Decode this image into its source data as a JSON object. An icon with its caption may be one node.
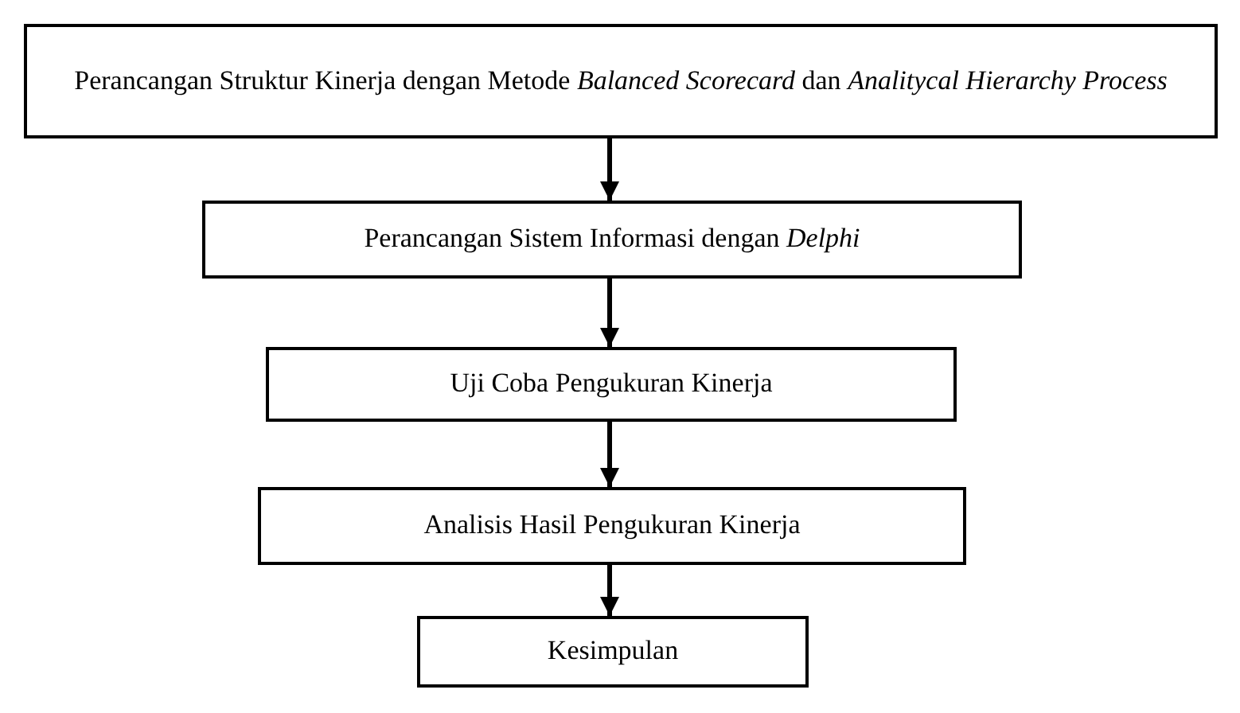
{
  "diagram": {
    "nodes": [
      {
        "text": [
          "Perancangan Struktur Kinerja dengan Metode *Balanced Scorecard* dan *Analitycal Hierarchy Process*"
        ]
      },
      {
        "text": [
          "Perancangan Sistem Informasi dengan *Delphi*"
        ]
      },
      {
        "text": [
          "Uji Coba Pengukuran Kinerja"
        ]
      },
      {
        "text": [
          "Analisis Hasil Pengukuran Kinerja"
        ]
      },
      {
        "text": [
          "Kesimpulan"
        ]
      }
    ],
    "edges": [
      {
        "from": 0,
        "to": 1,
        "arrow": "to"
      },
      {
        "from": 1,
        "to": 2,
        "arrow": "to"
      },
      {
        "from": 2,
        "to": 3,
        "arrow": "to"
      },
      {
        "from": 3,
        "to": 4,
        "arrow": "to"
      }
    ]
  }
}
